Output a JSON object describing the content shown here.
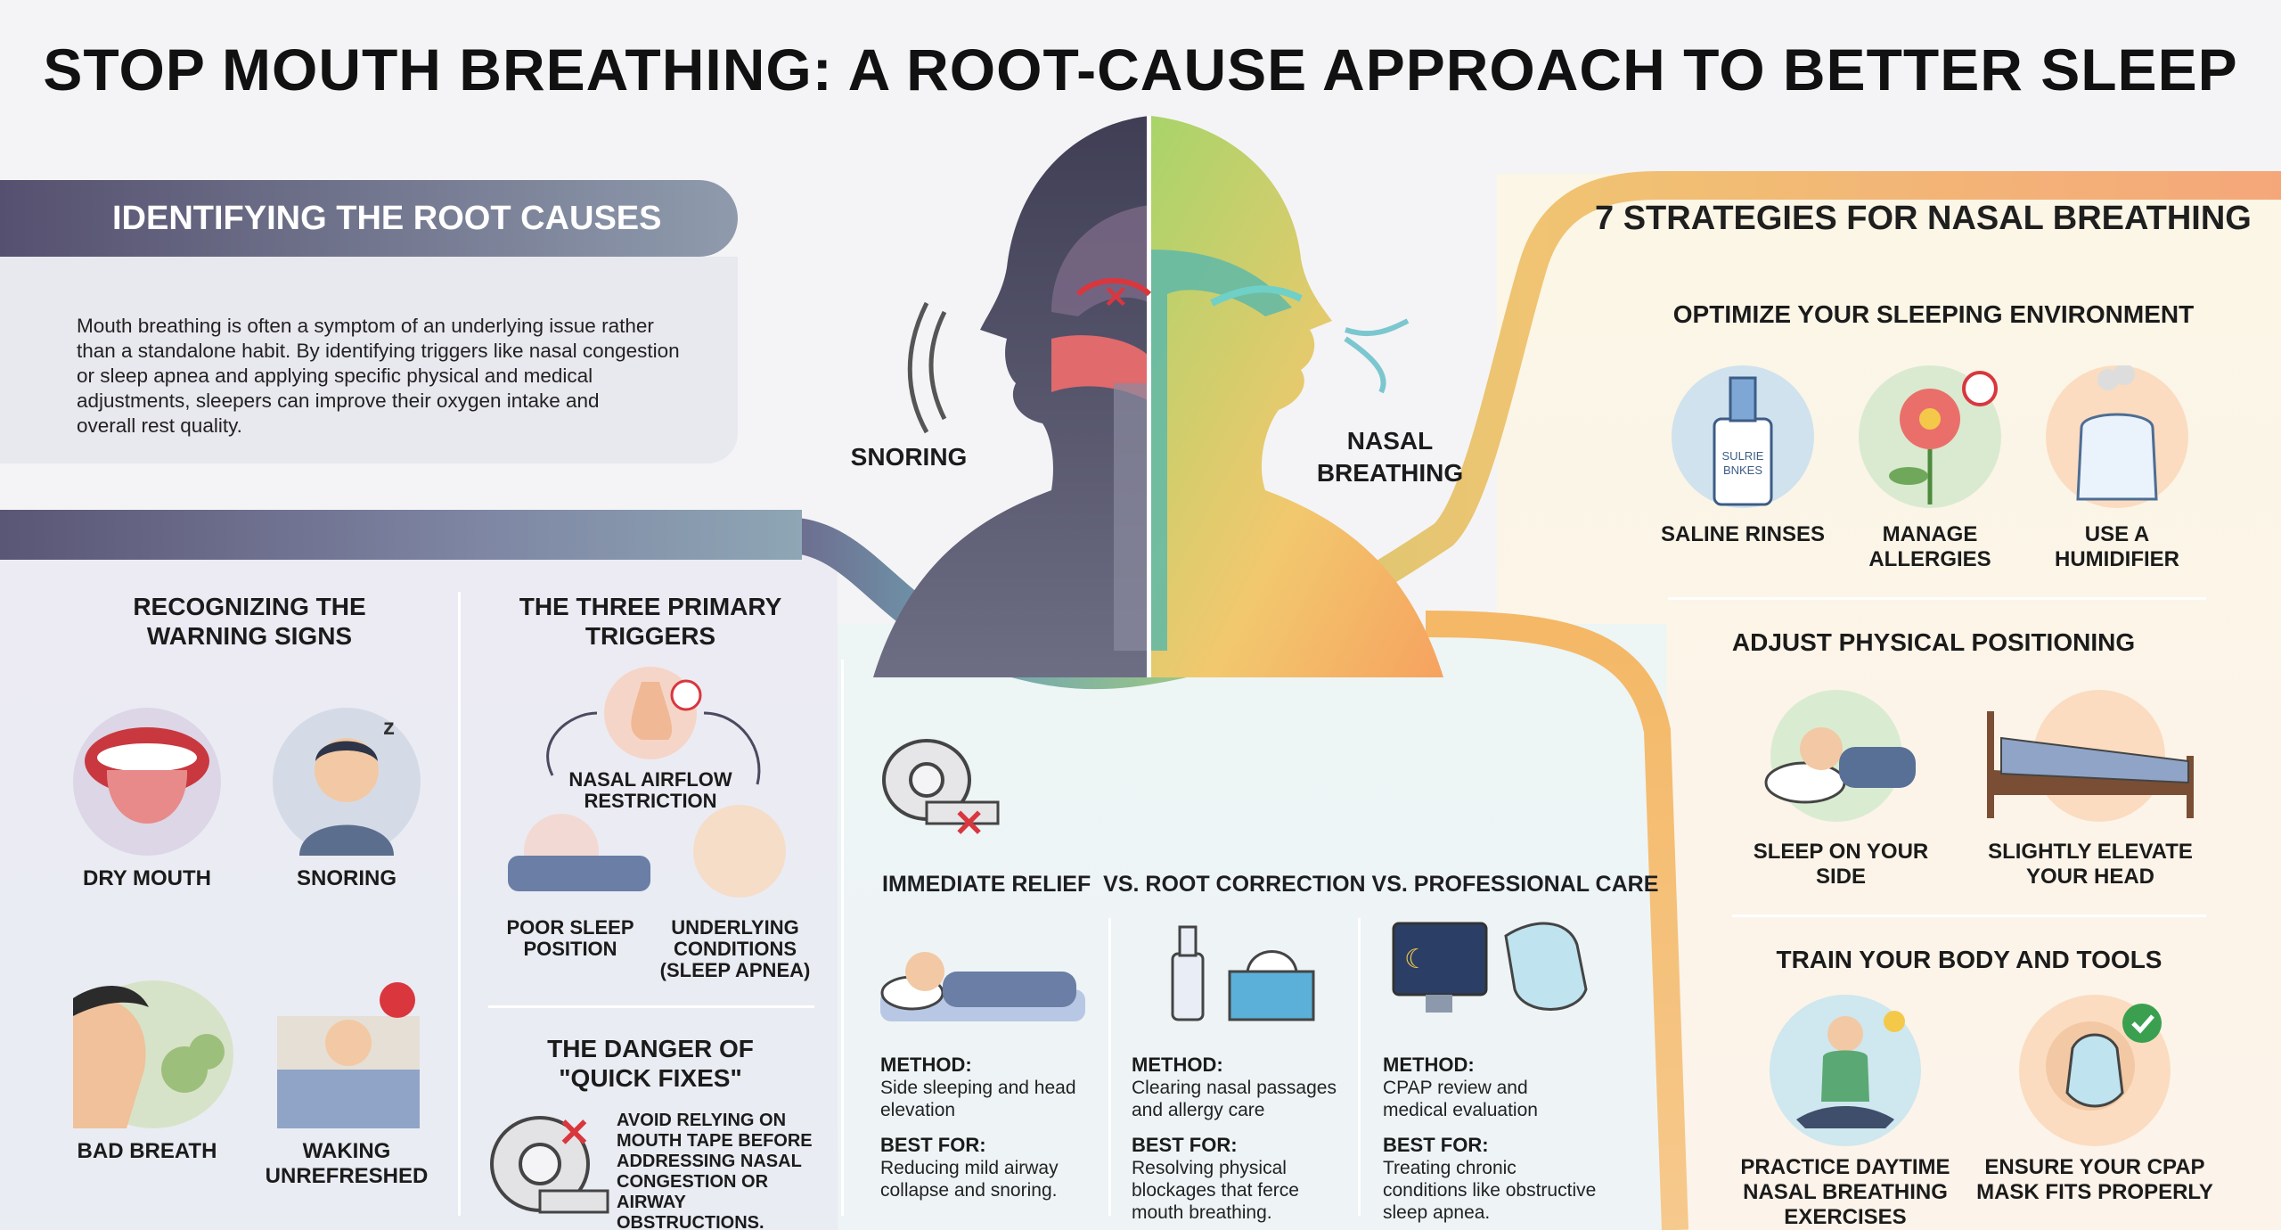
{
  "title": "STOP MOUTH BREATHING: A ROOT-CAUSE APPROACH TO BETTER SLEEP",
  "colors": {
    "left_banner": "#55506f",
    "right_band": "#f2a552",
    "mid_band": "#6aa5b3",
    "accent_red": "#d9363e"
  },
  "root_causes": {
    "heading": "IDENTIFYING THE ROOT CAUSES",
    "intro_lines": [
      "Mouth breathing is often a symptom of an underlying issue rather",
      "than a standalone habit. By identifying triggers like nasal congestion",
      "or sleep apnea and applying specific physical and medical",
      "adjustments, sleepers can improve their oxygen intake and",
      "overall rest quality."
    ]
  },
  "center": {
    "snoring_label": "SNORING",
    "nasal_label_1": "NASAL",
    "nasal_label_2": "BREATHING"
  },
  "warning_signs": {
    "heading_1": "RECOGNIZING THE",
    "heading_2": "WARNING SIGNS",
    "items": [
      {
        "label_1": "DRY MOUTH",
        "label_2": "",
        "icon": "tongue-icon"
      },
      {
        "label_1": "SNORING",
        "label_2": "",
        "icon": "snoring-person-icon"
      },
      {
        "label_1": "BAD BREATH",
        "label_2": "",
        "icon": "bad-breath-icon"
      },
      {
        "label_1": "WAKING",
        "label_2": "UNREFRESHED",
        "icon": "tired-person-icon"
      }
    ]
  },
  "triggers": {
    "heading_1": "THE THREE PRIMARY",
    "heading_2": "TRIGGERS",
    "nasal_1": "NASAL AIRFLOW",
    "nasal_2": "RESTRICTION",
    "position_1": "POOR SLEEP",
    "position_2": "POSITION",
    "cond_1": "UNDERLYING",
    "cond_2": "CONDITIONS",
    "cond_3": "(SLEEP APNEA)"
  },
  "danger": {
    "heading_1": "THE DANGER OF",
    "heading_2": "\"QUICK FIXES\"",
    "lines": [
      "AVOID RELYING ON",
      "MOUTH TAPE BEFORE",
      "ADDRESSING NASAL",
      "CONGESTION OR",
      "AIRWAY OBSTRUCTIONS."
    ]
  },
  "comparison": {
    "heading": "IMMEDIATE RELIEF  VS. ROOT CORRECTION VS. PROFESSIONAL CARE",
    "columns": [
      {
        "method_label": "METHOD:",
        "method_1": "Side sleeping and head",
        "method_2": "elevation",
        "best_label": "BEST FOR:",
        "best_1": "Reducing mild airway",
        "best_2": "collapse and snoring.",
        "best_3": ""
      },
      {
        "method_label": "METHOD:",
        "method_1": "Clearing nasal passages",
        "method_2": "and allergy care",
        "best_label": "BEST FOR:",
        "best_1": "Resolving physical",
        "best_2": "blockages that ferce",
        "best_3": "mouth breathing."
      },
      {
        "method_label": "METHOD:",
        "method_1": "CPAP review and",
        "method_2": "medical evaluation",
        "best_label": "BEST FOR:",
        "best_1": "Treating chronic",
        "best_2": "conditions like obstructive",
        "best_3": "sleep apnea."
      }
    ]
  },
  "strategies": {
    "heading": "7 STRATEGIES FOR NASAL BREATHING",
    "env_heading": "OPTIMIZE YOUR SLEEPING ENVIRONMENT",
    "saline_bottle_text_1": "SULRIE",
    "saline_bottle_text_2": "BNKES",
    "saline": "SALINE RINSES",
    "allergies_1": "MANAGE",
    "allergies_2": "ALLERGIES",
    "humid_1": "USE A",
    "humid_2": "HUMIDIFIER",
    "pos_heading": "ADJUST PHYSICAL POSITIONING",
    "side_1": "SLEEP ON YOUR",
    "side_2": "SIDE",
    "elevate_1": "SLIGHTLY ELEVATE",
    "elevate_2": "YOUR HEAD",
    "train_heading": "TRAIN YOUR BODY AND TOOLS",
    "practice_1": "PRACTICE DAYTIME",
    "practice_2": "NASAL BREATHING",
    "practice_3": "EXERCISES",
    "cpap_1": "ENSURE YOUR CPAP",
    "cpap_2": "MASK FITS PROPERLY"
  }
}
